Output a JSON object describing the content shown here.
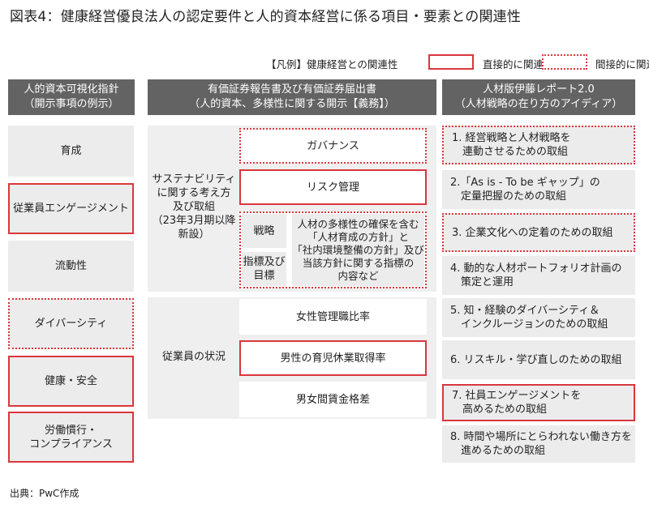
{
  "title": "図表4：健康経営優良法人の認定要件と人的資本経営に係る項目・要素との関連性",
  "legend": {
    "label": "【凡例】健康経営との関連性",
    "direct": "直接的に関連",
    "indirect": "間接的に関連",
    "colors": {
      "accent": "#d9373c",
      "header": "#636363",
      "cell": "#ececec"
    }
  },
  "left_column": {
    "header": "人的資本可視化指針\n（開示事項の例示）",
    "items": [
      {
        "label": "育成",
        "relation": "none"
      },
      {
        "label": "従業員エンゲージメント",
        "relation": "direct"
      },
      {
        "label": "流動性",
        "relation": "none"
      },
      {
        "label": "ダイバーシティ",
        "relation": "indirect"
      },
      {
        "label": "健康・安全",
        "relation": "direct"
      },
      {
        "label": "労働慣行・\nコンプライアンス",
        "relation": "direct"
      }
    ]
  },
  "middle_column": {
    "header": "有価証券報告書及び有価証券届出書\n（人的資本、多様性に関する開示【義務】）",
    "sustainability": {
      "label": "サステナビリティ\nに関する考え方\n及び取組\n（23年3月期以降\n新設）",
      "governance": "ガバナンス",
      "risk": "リスク管理",
      "strategy": "戦略",
      "metrics": "指標及び\n目標",
      "policy": "人材の多様性の確保を含む\n「人材育成の方針」と\n「社内環境整備の方針」及び\n当該方針に関する指標の\n内容など"
    },
    "employees": {
      "label": "従業員の状況",
      "items": [
        {
          "label": "女性管理職比率",
          "relation": "none"
        },
        {
          "label": "男性の育児休業取得率",
          "relation": "direct"
        },
        {
          "label": "男女間賃金格差",
          "relation": "none"
        }
      ]
    }
  },
  "right_column": {
    "header": "人材版伊藤レポート2.0\n（人材戦略の在り方のアイディア）",
    "items": [
      {
        "label": "1. 経営戦略と人材戦略を\n　連動させるための取組",
        "relation": "indirect"
      },
      {
        "label": "2.「As is - To be ギャップ」の\n　定量把握のための取組",
        "relation": "none"
      },
      {
        "label": "3. 企業文化への定着のための取組",
        "relation": "indirect"
      },
      {
        "label": "4. 動的な人材ポートフォリオ計画の\n　策定と運用",
        "relation": "none"
      },
      {
        "label": "5. 知・経験のダイバーシティ＆\n　インクルージョンのための取組",
        "relation": "none"
      },
      {
        "label": "6. リスキル・学び直しのための取組",
        "relation": "none"
      },
      {
        "label": "7. 社員エンゲージメントを\n　高めるための取組",
        "relation": "direct"
      },
      {
        "label": "8. 時間や場所にとらわれない働き方を\n　進めるための取組",
        "relation": "none"
      }
    ]
  },
  "source": "出典：PwC作成"
}
